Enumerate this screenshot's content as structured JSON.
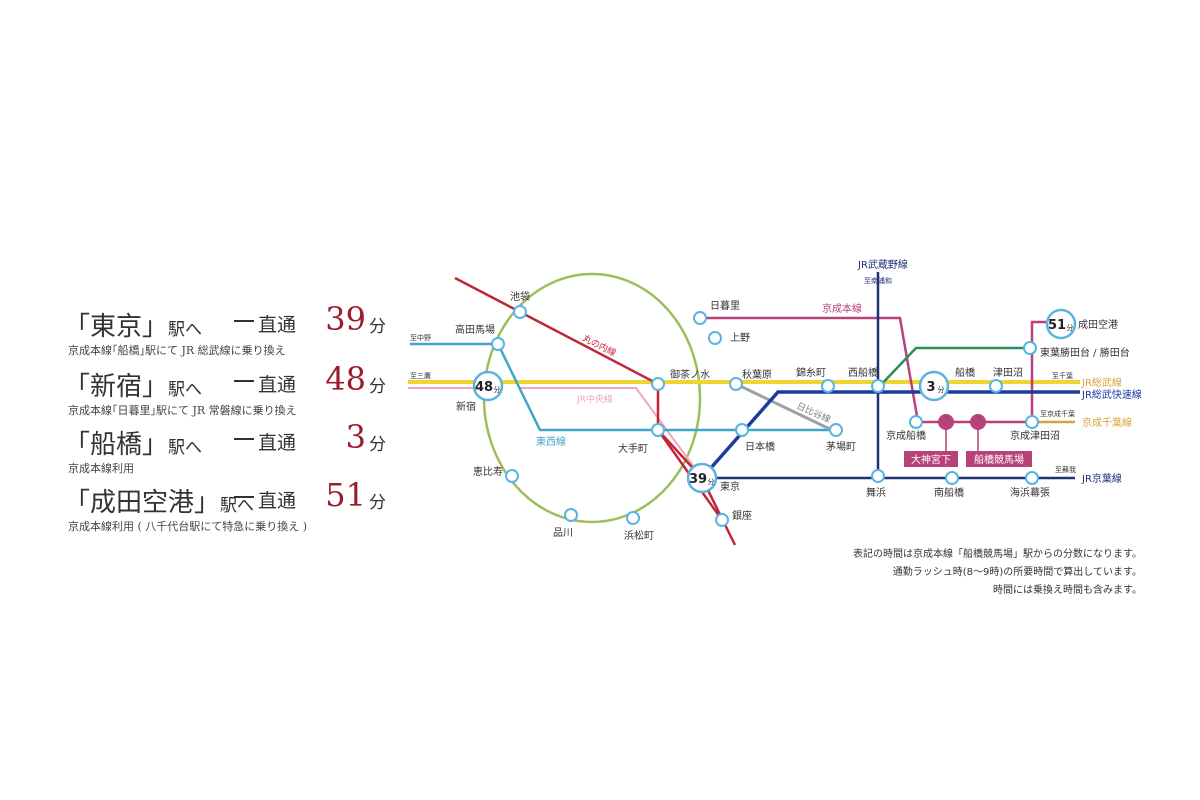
{
  "routes": [
    {
      "prefix": "「東京」",
      "suffix": "駅へ",
      "direct": "直通",
      "minutes": "39",
      "unit": "分",
      "note": "京成本線｢船橋｣駅にて JR 総武線に乗り換え"
    },
    {
      "prefix": "「新宿」",
      "suffix": "駅へ",
      "direct": "直通",
      "minutes": "48",
      "unit": "分",
      "note": "京成本線｢日暮里｣駅にて JR 常磐線に乗り換え"
    },
    {
      "prefix": "「船橋」",
      "suffix": "駅へ",
      "direct": "直通",
      "minutes": "3",
      "unit": "分",
      "note": "京成本線利用"
    },
    {
      "prefix": "「成田空港」",
      "suffix": "駅へ",
      "direct": "直通",
      "minutes": "51",
      "unit": "分",
      "note": "京成本線利用 ( 八千代台駅にて特急に乗り換え )"
    }
  ],
  "footnotes": [
    "表記の時間は京成本線「船橋競馬場」駅からの分数になります。",
    "通勤ラッシュ時(8〜9時)の所要時間で算出しています。",
    "時間には乗換え時間も含みます。"
  ],
  "map": {
    "colors": {
      "yamanote": "#9bbf5f",
      "marunouchi": "#c0283a",
      "chuo": "#f0d530",
      "chuo_pink": "#f0a8b8",
      "tozai": "#41a6c8",
      "hibiya": "#9aa0a6",
      "keisei": "#b8417c",
      "musashino": "#1f3075",
      "sobu_rapid": "#1c3b9e",
      "keiyo": "#1f3075",
      "keisei_chiba": "#d8a43a",
      "green": "#2e8b57",
      "station_ring": "#5ab4e0"
    },
    "lines": {
      "marunouchi": "丸の内線",
      "chuo": "JR中央線",
      "tozai": "東西線",
      "hibiya": "日比谷線",
      "keisei": "京成本線",
      "musashino": "JR武蔵野線",
      "musashino_dir": "至南浦和",
      "sobu": "JR総武線",
      "sobu_rapid": "JR総武快速線",
      "keiyo": "JR京葉線",
      "keisei_chiba": "京成千葉線"
    },
    "directions": {
      "nakano": "至中野",
      "mitaka": "至三鷹",
      "chiba": "至千葉",
      "keisei_chiba": "至京成千葉",
      "soga": "至蘇我"
    },
    "stations": {
      "ikebukuro": "池袋",
      "takadanobaba": "高田馬場",
      "shinjuku": "新宿",
      "ebisu": "恵比寿",
      "shinagawa": "品川",
      "hamamatsucho": "浜松町",
      "nippori": "日暮里",
      "ueno": "上野",
      "ochanomizu": "御茶ノ水",
      "akihabara": "秋葉原",
      "otemachi": "大手町",
      "nihonbashi": "日本橋",
      "kayabacho": "茅場町",
      "tokyo": "東京",
      "ginza": "銀座",
      "kinshicho": "錦糸町",
      "nishifunabashi": "西船橋",
      "funabashi": "船橋",
      "tsudanuma": "津田沼",
      "keiseifunabashi": "京成船橋",
      "ogamiyashita": "大神宮下",
      "funabashikeibajo": "船橋競馬場",
      "keiseitsudanuma": "京成津田沼",
      "maihama": "舞浜",
      "minamifunabashi": "南船橋",
      "kaihinmakuhari": "海浜幕張",
      "narita": "成田空港",
      "toyokatsutadai": "東葉勝田台 / 勝田台"
    },
    "badges": {
      "shinjuku": "48",
      "tokyo": "39",
      "funabashi": "3",
      "narita": "51",
      "unit": "分"
    }
  }
}
